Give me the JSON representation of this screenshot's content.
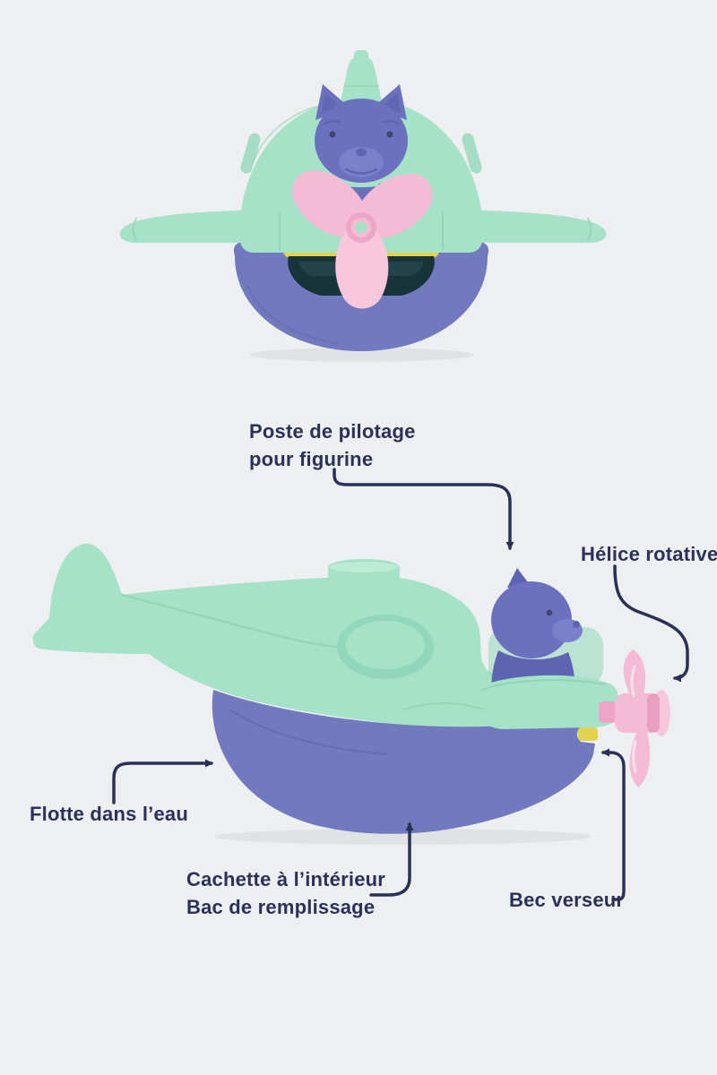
{
  "labels": {
    "cockpit": {
      "line1": "Poste de pilotage",
      "line2": "pour figurine"
    },
    "propeller": {
      "text": "Hélice rotative"
    },
    "floats": {
      "text": "Flotte dans l’eau"
    },
    "hideout": {
      "line1": "Cachette à l’intérieur",
      "line2": "Bac de remplissage"
    },
    "spout": {
      "text": "Bec verseur"
    }
  },
  "colors": {
    "bg": "#edeff0",
    "ink": "#2b3158",
    "connector": "#2a3157",
    "mint": "#a5e2c8",
    "mintShade": "#8fd0b5",
    "mintLight": "#c2eeda",
    "mintDeep": "#92d7bb",
    "purple": "#7179bf",
    "purpleShade": "#5f67ae",
    "figurine": "#6b71bf",
    "figurineShade": "#5d64b0",
    "figurineLight": "#7a80ca",
    "figurineDark": "#3f4573",
    "pink": "#f4bcd4",
    "pinkShade": "#eda6c6",
    "pinkDeep": "#e9a0c0",
    "pinkLight": "#f7c8dc",
    "yellow": "#e3d24d",
    "opening": "#17343a"
  }
}
